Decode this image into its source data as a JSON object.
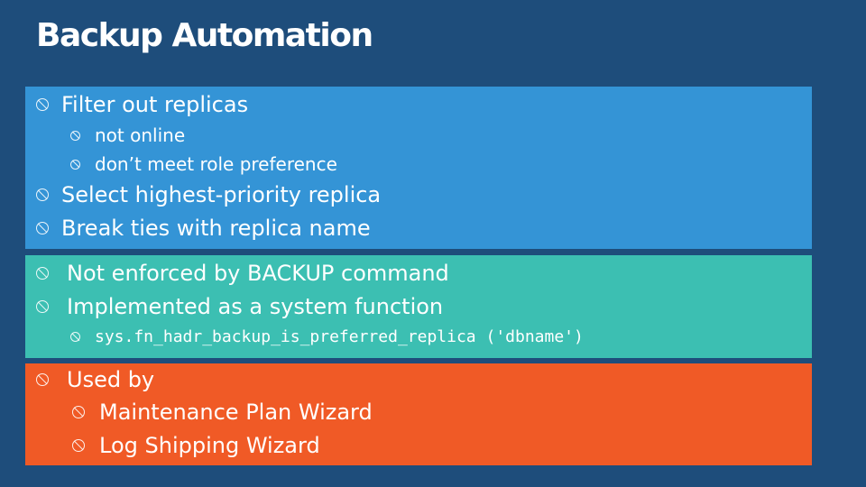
{
  "slide": {
    "title": "Backup Automation"
  },
  "panels": {
    "blue": {
      "items": [
        {
          "text": "Filter out replicas"
        },
        {
          "text": "not online"
        },
        {
          "text": "don’t meet role preference"
        },
        {
          "text": "Select highest-priority replica"
        },
        {
          "text": "Break ties with replica name"
        }
      ]
    },
    "teal": {
      "items": [
        {
          "text": "Not enforced by BACKUP command"
        },
        {
          "text": "Implemented as a system function"
        },
        {
          "text": "sys.fn_hadr_backup_is_preferred_replica ('dbname')"
        }
      ]
    },
    "orange": {
      "items": [
        {
          "text": "Used by"
        },
        {
          "text": "Maintenance Plan Wizard"
        },
        {
          "text": "Log Shipping Wizard"
        }
      ]
    }
  },
  "colors": {
    "background": "#1e4d7b",
    "panel_blue": "#3494d6",
    "panel_teal": "#3cbfb2",
    "panel_orange": "#f05a26"
  },
  "icons": {
    "bullet": "circle-slash-bullet-icon"
  }
}
